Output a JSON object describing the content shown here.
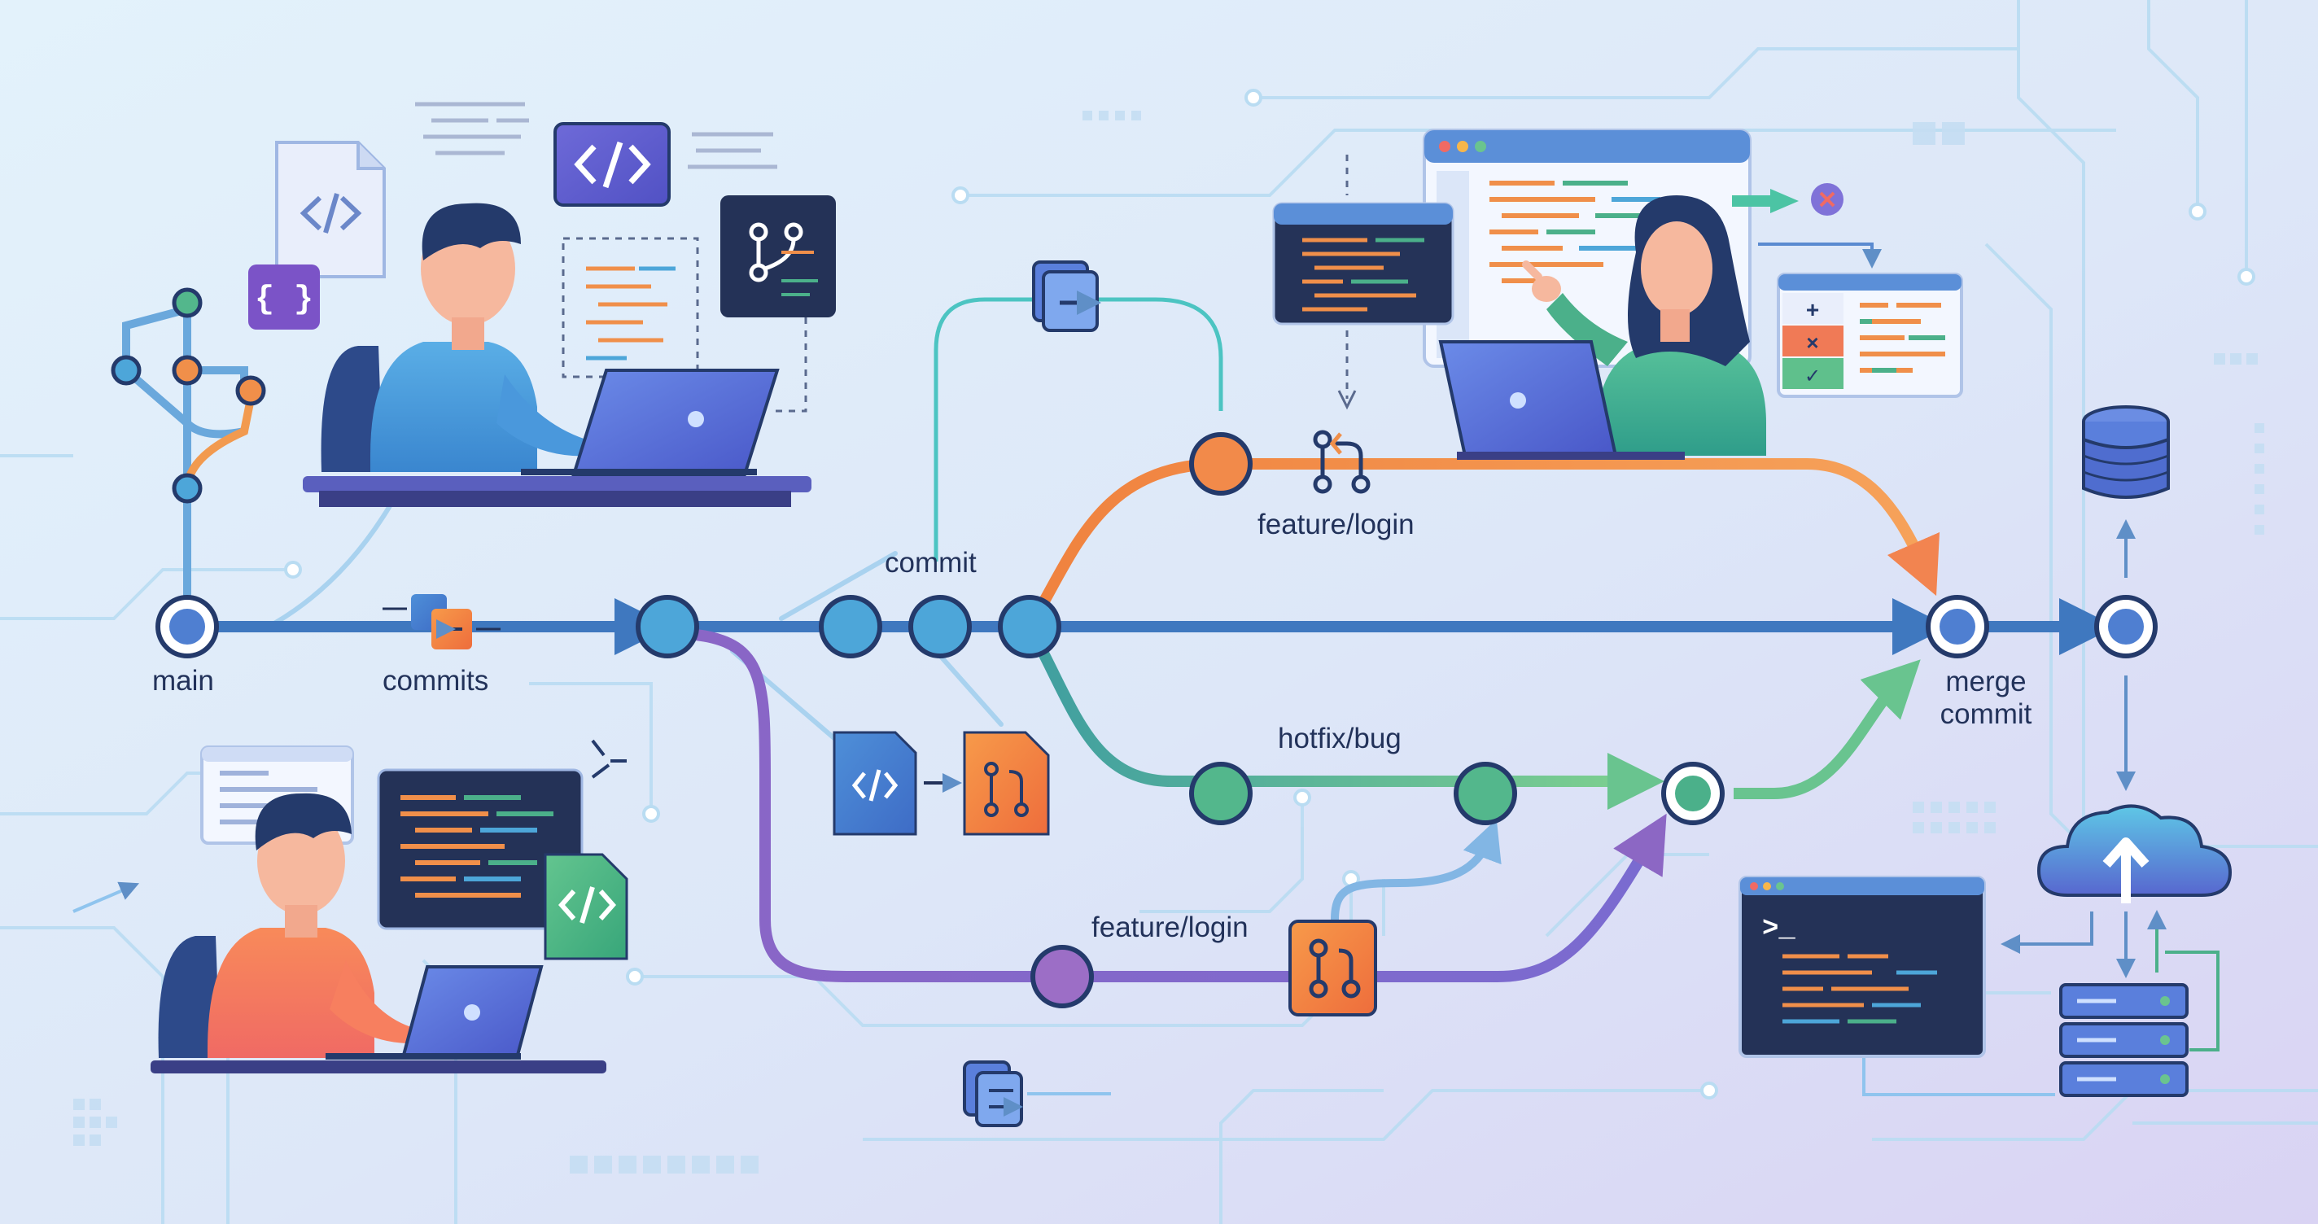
{
  "colors": {
    "main": "#3f78bf",
    "feature_top": "#f59a4a",
    "hotfix": "#4bb08a",
    "feature_bottom": "#8c67c4",
    "node_fill": "#4da6d9",
    "node_ring": "#243a6b",
    "bg_top": "#e6f0fb",
    "bg_bottom": "#dbd7f4"
  },
  "icons": [
    "code-file-icon",
    "code-tag-icon",
    "braces-icon",
    "git-branch-icon",
    "pull-request-icon",
    "code-window-icon",
    "terminal-icon",
    "database-icon",
    "cloud-upload-icon",
    "server-rack-icon",
    "laptop-icon",
    "developer-figure-icon",
    "copy-arrow-icon",
    "checklist-icon"
  ],
  "labels": {
    "main": "main",
    "commits": "commits",
    "commit": "commit",
    "feature_top": "feature/login",
    "hotfix": "hotfix/bug",
    "feature_bottom": "feature/login",
    "merge": "merge",
    "merge2": "commit",
    "terminal_prompt": ">_"
  }
}
